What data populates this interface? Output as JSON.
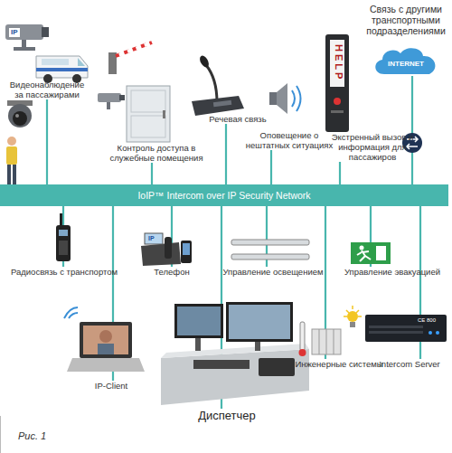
{
  "diagram": {
    "caption": "Рис. 1",
    "nodes": [
      {
        "text": [
          "Видеонаблюдение за пассажирами"
        ]
      },
      {
        "text": [
          "Контроль доступа в служебные помещения"
        ]
      },
      {
        "text": [
          "Речевая связь"
        ]
      },
      {
        "text": [
          "Оповещение о нештатных ситуациях"
        ]
      },
      {
        "text": [
          "Экстренный вызов и информация для пассажиров"
        ]
      },
      {
        "text": [
          "Связь с другими транспортными подразделениями",
          "INTERNET"
        ]
      },
      {
        "text": [
          "IoIP™ Intercom over IP Security Network"
        ]
      },
      {
        "text": [
          "Радиосвязь с транспортом"
        ]
      },
      {
        "text": [
          "Телефон"
        ]
      },
      {
        "text": [
          "Управление освещением"
        ]
      },
      {
        "text": [
          "Управление эвакуацией"
        ]
      },
      {
        "text": [
          "IP-Client"
        ]
      },
      {
        "text": [
          "Диспетчер"
        ]
      },
      {
        "text": [
          "Инженерные системы"
        ]
      },
      {
        "text": [
          "Intercom Server"
        ]
      }
    ],
    "edges": [
      {
        "from": 0,
        "to": 6,
        "arrow": "none"
      },
      {
        "from": 1,
        "to": 6,
        "arrow": "none"
      },
      {
        "from": 2,
        "to": 6,
        "arrow": "none"
      },
      {
        "from": 3,
        "to": 6,
        "arrow": "none"
      },
      {
        "from": 4,
        "to": 6,
        "arrow": "none"
      },
      {
        "from": 5,
        "to": 6,
        "arrow": "none"
      },
      {
        "from": 7,
        "to": 6,
        "arrow": "none"
      },
      {
        "from": 8,
        "to": 6,
        "arrow": "none"
      },
      {
        "from": 9,
        "to": 6,
        "arrow": "none"
      },
      {
        "from": 10,
        "to": 6,
        "arrow": "none"
      },
      {
        "from": 11,
        "to": 6,
        "arrow": "none"
      },
      {
        "from": 12,
        "to": 6,
        "arrow": "none"
      },
      {
        "from": 13,
        "to": 6,
        "arrow": "none"
      },
      {
        "from": 14,
        "to": 6,
        "arrow": "none"
      }
    ],
    "labels": [
      "IP",
      "HELP",
      "IP",
      "CE 800"
    ]
  }
}
